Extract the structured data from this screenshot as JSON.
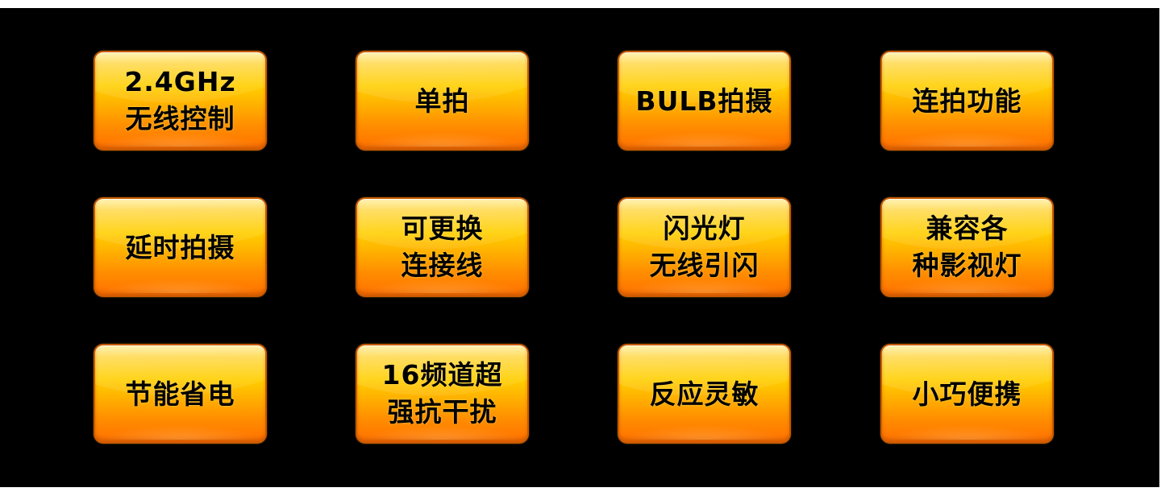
{
  "colors": {
    "background": "#000000",
    "outer_background": "#ffffff",
    "button_top": "#fff0a8",
    "button_mid": "#ffcf00",
    "button_bottom": "#ff7a00",
    "button_border": "#c85a00",
    "text": "#000000"
  },
  "features": {
    "rows": [
      [
        {
          "lines": [
            "2.4GHz",
            "无线控制"
          ]
        },
        {
          "lines": [
            "单拍"
          ]
        },
        {
          "lines": [
            "BULB拍摄"
          ]
        },
        {
          "lines": [
            "连拍功能"
          ]
        }
      ],
      [
        {
          "lines": [
            "延时拍摄"
          ]
        },
        {
          "lines": [
            "可更换",
            "连接线"
          ]
        },
        {
          "lines": [
            "闪光灯",
            "无线引闪"
          ]
        },
        {
          "lines": [
            "兼容各",
            "种影视灯"
          ]
        }
      ],
      [
        {
          "lines": [
            "节能省电"
          ]
        },
        {
          "lines": [
            "16频道超",
            "强抗干扰"
          ]
        },
        {
          "lines": [
            "反应灵敏"
          ]
        },
        {
          "lines": [
            "小巧便携"
          ]
        }
      ]
    ]
  }
}
